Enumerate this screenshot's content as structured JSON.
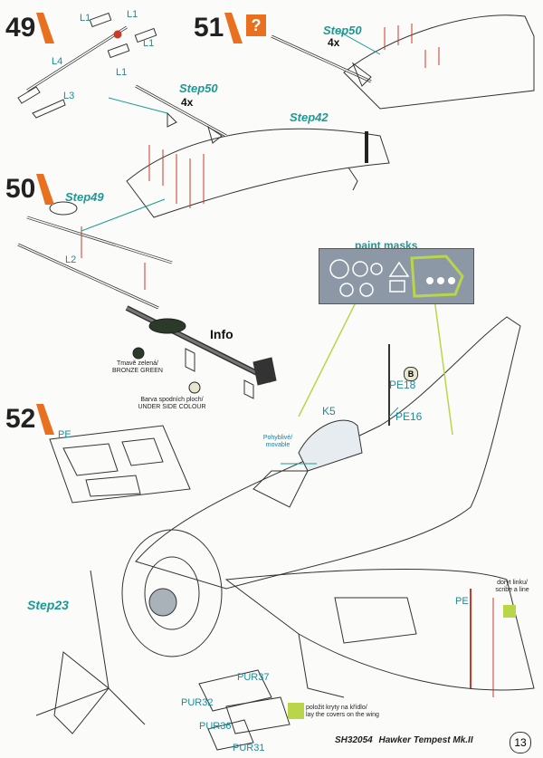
{
  "steps": {
    "s49": "49",
    "s50": "50",
    "s51": "51",
    "s52": "52"
  },
  "labels": {
    "L1": "L1",
    "L3": "L3",
    "L4": "L4",
    "L2": "L2",
    "four_x": "4x",
    "info": "Info",
    "pe": "PE",
    "pe18": "PE18",
    "pe16": "PE16",
    "k5": "K5",
    "pur37": "PUR37",
    "pur32": "PUR32",
    "pur36": "PUR36",
    "pur31": "PUR31",
    "paint_masks": "paint masks",
    "b": "B"
  },
  "refs": {
    "step50": "Step50",
    "step42": "Step42",
    "step49": "Step49",
    "step23": "Step23"
  },
  "notes": {
    "bronze_green_cz": "Tmavě zelená/",
    "bronze_green_en": "BRONZE GREEN",
    "underside_cz": "Barva spodních ploch/",
    "underside_en": "UNDER SIDE COLOUR",
    "movable_cz": "Pohyblivé/",
    "movable_en": "movable",
    "scribe_cz": "doryt linku/",
    "scribe_en": "scribe a line",
    "covers_cz": "položit kryty na křídlo/",
    "covers_en": "lay the covers on the wing"
  },
  "footer": {
    "code": "SH32054",
    "title": "Hawker Tempest Mk.II",
    "page": "13"
  },
  "colors": {
    "orange": "#e8701f",
    "teal": "#1a9a95",
    "paint_mask_bg": "#8c98a5",
    "bronze_green": "#2c3a2a",
    "lime": "#b9d64a"
  }
}
